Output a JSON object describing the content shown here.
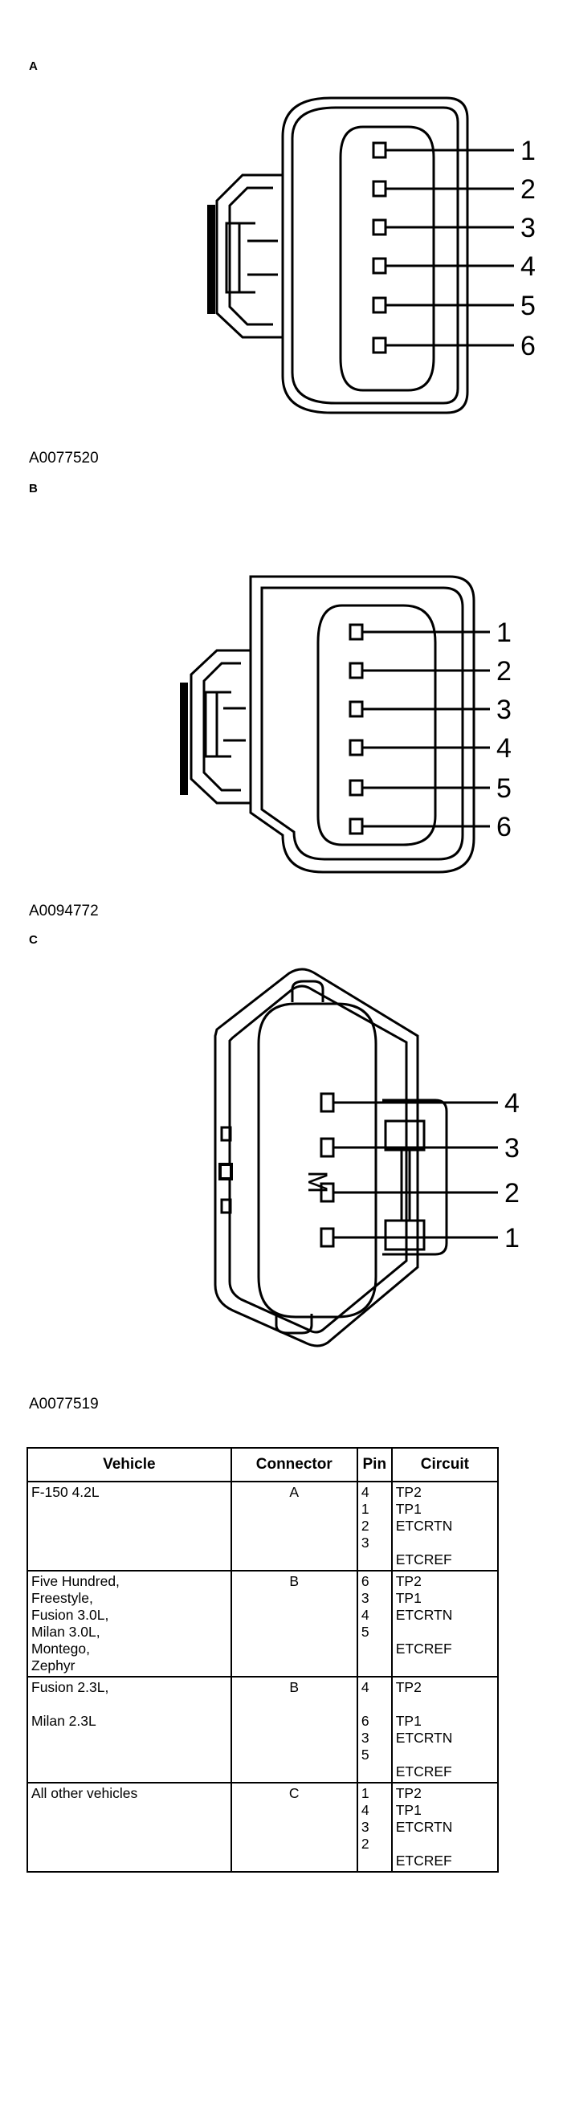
{
  "connectors": [
    {
      "letter": "A",
      "figure_id": "A0077520",
      "pins": [
        "1",
        "2",
        "3",
        "4",
        "5",
        "6"
      ]
    },
    {
      "letter": "B",
      "figure_id": "A0094772",
      "pins": [
        "1",
        "2",
        "3",
        "4",
        "5",
        "6"
      ]
    },
    {
      "letter": "C",
      "figure_id": "A0077519",
      "pins": [
        "4",
        "3",
        "2",
        "1"
      ],
      "inner_mark": "M"
    }
  ],
  "table": {
    "headers": [
      "Vehicle",
      "Connector",
      "Pin",
      "Circuit"
    ],
    "rows": [
      {
        "vehicle": [
          "F-150 4.2L"
        ],
        "connector": "A",
        "pins": [
          "4",
          "1",
          "2",
          "3"
        ],
        "circuits": [
          "TP2",
          "TP1",
          "ETCRTN",
          "",
          "ETCREF"
        ]
      },
      {
        "vehicle": [
          "Five Hundred,",
          "Freestyle,",
          "Fusion 3.0L,",
          "Milan 3.0L,",
          "Montego,",
          "Zephyr"
        ],
        "connector": "B",
        "pins": [
          "6",
          "3",
          "4",
          "5"
        ],
        "circuits": [
          "TP2",
          "TP1",
          "ETCRTN",
          "",
          "ETCREF"
        ]
      },
      {
        "vehicle": [
          "Fusion 2.3L,",
          "",
          "Milan 2.3L"
        ],
        "connector": "B",
        "pins": [
          "4",
          "",
          "6",
          "3",
          "5"
        ],
        "circuits": [
          "TP2",
          "",
          "TP1",
          "ETCRTN",
          "",
          "ETCREF"
        ]
      },
      {
        "vehicle": [
          "All other vehicles"
        ],
        "connector": "C",
        "pins": [
          "1",
          "4",
          "3",
          "2"
        ],
        "circuits": [
          "TP2",
          "TP1",
          "ETCRTN",
          "",
          "ETCREF"
        ]
      }
    ]
  }
}
